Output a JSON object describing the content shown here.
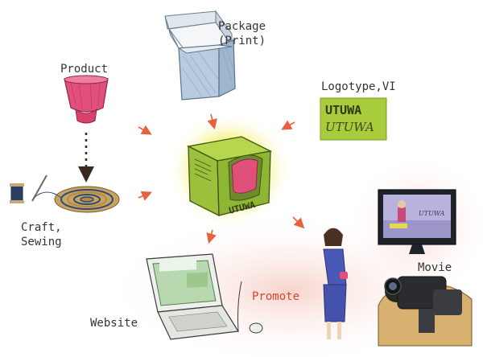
{
  "labels": {
    "package": "Package\n(Print)",
    "product": "Product",
    "logotype": "Logotype,VI",
    "craft": "Craft,\nSewing",
    "movie": "Movie",
    "promote": "Promote",
    "website": "Website"
  },
  "logo_texts": {
    "top": "UTUWA",
    "bottom": "UTUWA"
  },
  "box_logo": "UTUWA",
  "screen_logo": "UTUWA",
  "colors": {
    "arrow": "#e8603c",
    "highlight": "#f6f28a",
    "box_green": "#9fc43a",
    "cup_pink": "#e0507a",
    "logo_bg": "#a8cc3c",
    "label_red": "#d9452b",
    "glow_pink": "#f7d8d2"
  }
}
